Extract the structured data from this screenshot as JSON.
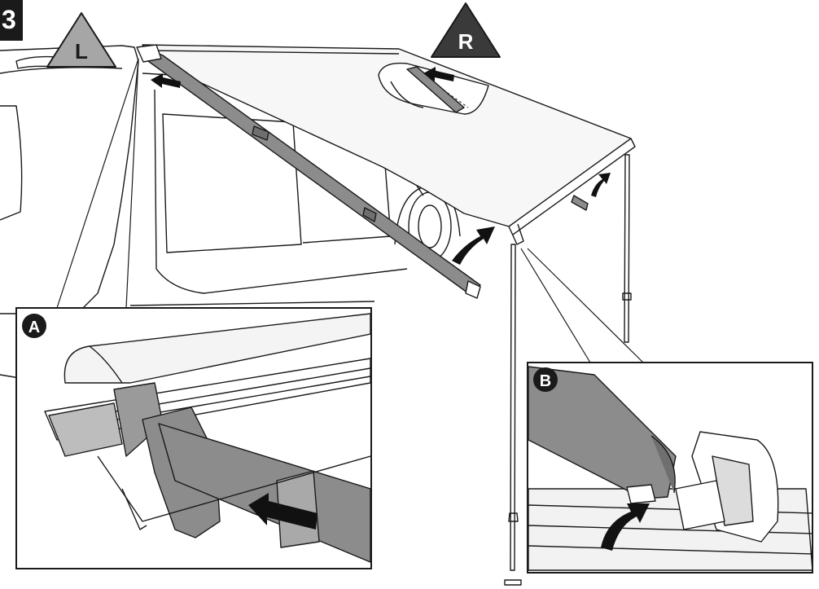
{
  "step": {
    "number": "3"
  },
  "side_markers": {
    "left": "L",
    "right": "R"
  },
  "details": [
    {
      "id": "A",
      "label": "A"
    },
    {
      "id": "B",
      "label": "B"
    }
  ],
  "colors": {
    "line": "#1a1a1a",
    "rafter_gray": "#8c8c8c",
    "marker_light": "#a6a6a6",
    "marker_dark": "#3a3a3a",
    "arrow": "#111111",
    "background": "#ffffff"
  }
}
